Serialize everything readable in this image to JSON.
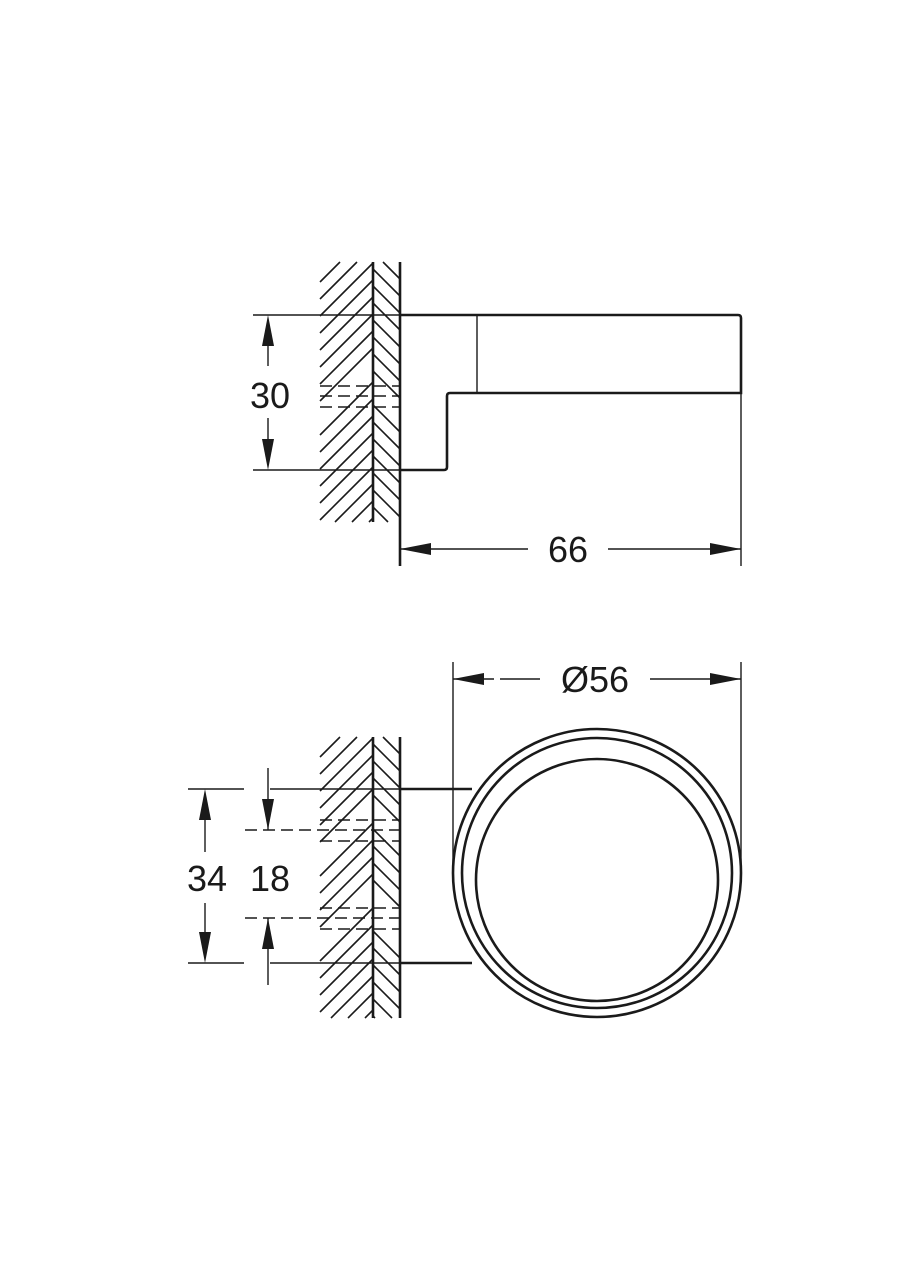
{
  "drawing": {
    "type": "technical-dimension-drawing",
    "line_color": "#1a1a1a",
    "background": "#ffffff",
    "views": [
      {
        "name": "side-view",
        "dimensions": {
          "height": "30",
          "projection": "66"
        }
      },
      {
        "name": "front-view",
        "dimensions": {
          "diameter": "Ø56",
          "outer_height": "34",
          "mount_spacing": "18"
        }
      }
    ]
  }
}
